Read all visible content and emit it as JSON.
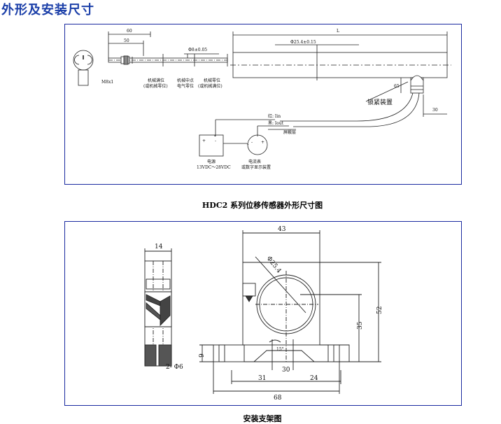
{
  "heading": "外形及安装尺寸",
  "fig1": {
    "caption": "HDC2 系列位移传感器外形尺寸图",
    "dim_60": "60",
    "dim_50": "50",
    "dim_phi8": "Φ8±0.05",
    "dim_L": "L",
    "dim_phi25": "Φ25.4±0.15",
    "label_m8": "M8x1",
    "label_mech_full_1": "机械满位",
    "label_mech_full_2": "(或机械零位)",
    "label_mech_mid_1": "机械中点",
    "label_mech_mid_2": "电气零位",
    "label_mech_zero_1": "机械零位",
    "label_mech_zero_2": "(或机械满位)",
    "label_lock_nut": "锁紧装置",
    "label_red": "红: Iin",
    "label_black": "黑: Iout",
    "label_shield": "屏蔽层",
    "label_power_1": "电源",
    "label_power_2": "13VDC～28VDC",
    "label_meter_1": "电流表",
    "label_meter_2": "或数字显示装置",
    "label_plus": "+",
    "label_minus": "-",
    "label_dim_small1": "65",
    "label_dim_small2": "30"
  },
  "fig2": {
    "caption": "安装支架图",
    "dim_14": "14",
    "dim_43": "43",
    "dim_phi25": "Φ25.4",
    "dim_52": "52",
    "dim_35": "35",
    "dim_9": "9",
    "dim_2phi6": "2- Φ6",
    "dim_15deg": "15°",
    "dim_30": "30",
    "dim_31": "31",
    "dim_24": "24",
    "dim_68": "68"
  }
}
